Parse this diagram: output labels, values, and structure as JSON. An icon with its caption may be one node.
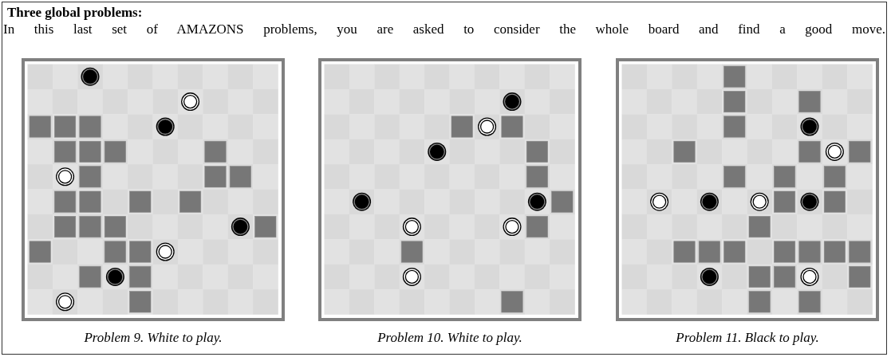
{
  "diagram": {
    "title": "Three global problems:",
    "labels": [
      "In this last set of AMAZONS problems, you are asked to consider the whole board and find a good move.",
      "Problem 9. White to play.",
      "Problem 10. White to play.",
      "Problem 11. Black to play."
    ]
  }
}
